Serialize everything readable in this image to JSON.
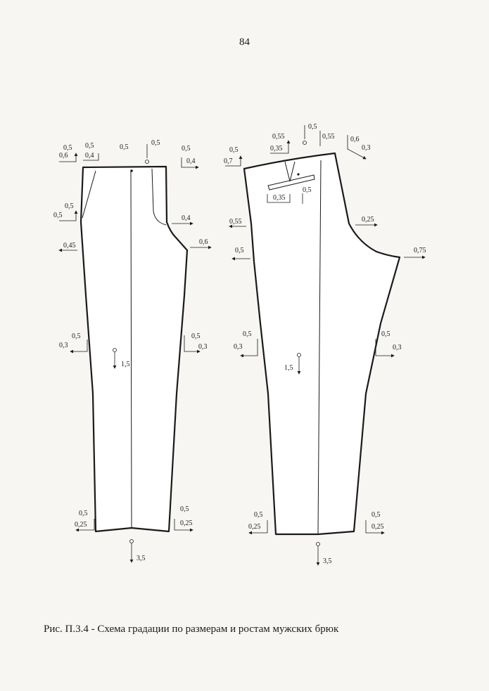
{
  "page_number": "84",
  "caption": "Рис. П.3.4 - Схема градации по размерам и ростам мужских брюк",
  "front": {
    "top_left_outer": "0,5",
    "top_left_inner": "0,6",
    "top_left_inner_b": "0,4",
    "top_left_outer_b": "0,5",
    "waist_center": "0,5",
    "waist_center_arrow": "0,5",
    "top_right_a": "0,5",
    "top_right_b": "0,4",
    "hip_left_a": "0,5",
    "hip_left_b": "0,5",
    "hip_left_c": "0,45",
    "fly_right": "0,4",
    "crotch_right": "0,6",
    "knee_left_a": "0,5",
    "knee_left_b": "0,3",
    "knee_right_a": "0,5",
    "knee_right_b": "0,3",
    "center_shift": "1,5",
    "hem_left_a": "0,5",
    "hem_left_b": "0,25",
    "hem_right_a": "0,5",
    "hem_right_b": "0,25",
    "hem_bottom": "3,5"
  },
  "back": {
    "top_left_a": "0,5",
    "top_left_b": "0,7",
    "top_mid_a": "0,55",
    "top_mid_b": "0,35",
    "top_center_arrow": "0,5",
    "top_center_right": "0,55",
    "top_right_a": "0,6",
    "top_right_b": "0,3",
    "pocket_a": "0,5",
    "pocket_b": "0,35",
    "hip_left": "0,55",
    "seat_right": "0,25",
    "crotch_left": "0,5",
    "crotch_right": "0,75",
    "knee_left_a": "0,5",
    "knee_left_b": "0,3",
    "knee_right_a": "0,5",
    "knee_right_b": "0,3",
    "center_shift": "1,5",
    "hem_left_a": "0,5",
    "hem_left_b": "0,25",
    "hem_right_a": "0,5",
    "hem_right_b": "0,25",
    "hem_bottom": "3,5"
  }
}
